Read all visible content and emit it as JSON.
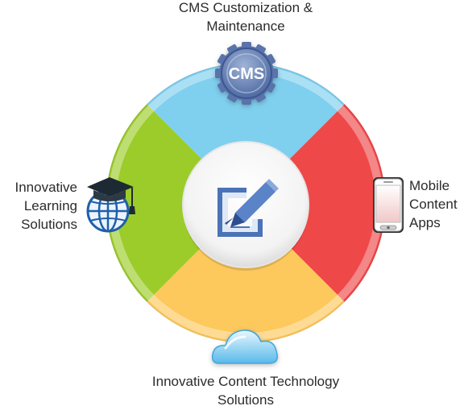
{
  "labels": {
    "top": [
      "CMS Customization &",
      "Maintenance"
    ],
    "left": [
      "Innovative",
      "Learning",
      "Solutions"
    ],
    "right": [
      "Mobile",
      "Content",
      "Apps"
    ],
    "bottom": [
      "Innovative Content Technology",
      "Solutions"
    ]
  },
  "icons": {
    "top_badge_text": "CMS",
    "top": "gear-icon",
    "left": "graduation-globe-icon",
    "right": "mobile-phone-icon",
    "bottom": "cloud-icon",
    "center": "edit-document-icon"
  },
  "colors": {
    "top_segment": "#7fcfee",
    "left_segment": "#9ccc2a",
    "right_segment": "#ef4848",
    "bottom_segment": "#fdc85c",
    "center_icon": "#4a73b8"
  }
}
